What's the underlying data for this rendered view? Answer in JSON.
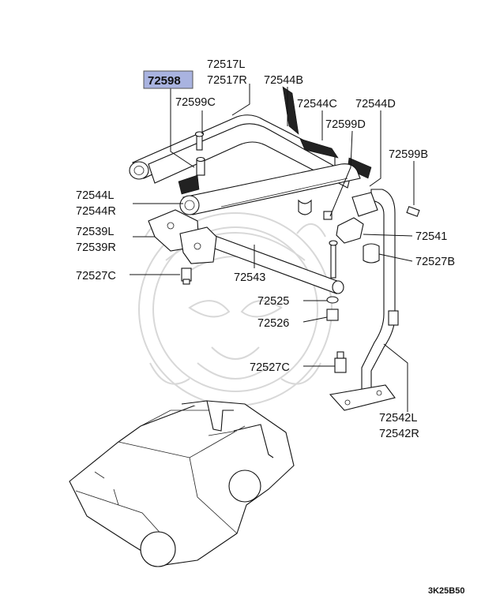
{
  "diagram": {
    "highlight_color": "#a9b3e0",
    "highlighted_part": "72598",
    "labels": {
      "p72517l": "72517L",
      "p72517r": "72517R",
      "p72544b": "72544B",
      "p72599c": "72599C",
      "p72544c": "72544C",
      "p72544d": "72544D",
      "p72599d": "72599D",
      "p72599b": "72599B",
      "p72544l": "72544L",
      "p72544r": "72544R",
      "p72539l": "72539L",
      "p72539r": "72539R",
      "p72541": "72541",
      "p72527b": "72527B",
      "p72527c_top": "72527C",
      "p72543": "72543",
      "p72525": "72525",
      "p72526": "72526",
      "p72527c_bottom": "72527C",
      "p72542l": "72542L",
      "p72542r": "72542R"
    },
    "diagram_code": "3K25B50",
    "watermark_icon": "samurai-mask-watermark-icon",
    "vehicle_icon": "suv-with-roll-bar-icon"
  }
}
